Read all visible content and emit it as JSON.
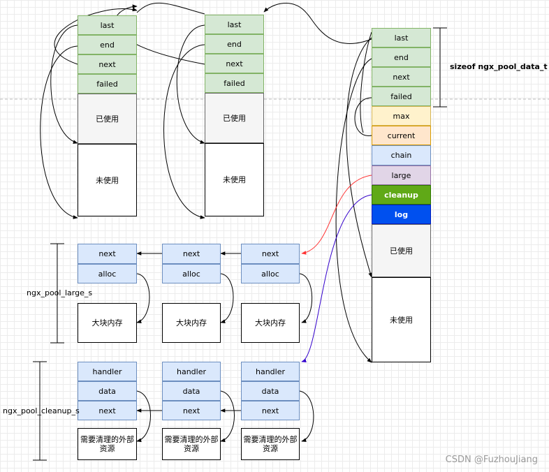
{
  "labels": {
    "last": "last",
    "end": "end",
    "next": "next",
    "failed": "failed",
    "used": "已使用",
    "unused": "未使用",
    "max": "max",
    "current": "current",
    "chain": "chain",
    "large": "large",
    "cleanup": "cleanup",
    "log": "log",
    "alloc": "alloc",
    "big_memory": "大块内存",
    "handler": "handler",
    "data": "data",
    "external_resource": "需要清理的外部资源"
  },
  "annotations": {
    "pool_data_size": "sizeof ngx_pool_data_t",
    "large_struct": "ngx_pool_large_s",
    "cleanup_struct": "ngx_pool_cleanup_s"
  },
  "watermark": "CSDN @FuzhouJiang",
  "colors": {
    "arrow": "#000000",
    "large_arrow": "#ff3333",
    "cleanup_arrow": "#3300cc"
  }
}
